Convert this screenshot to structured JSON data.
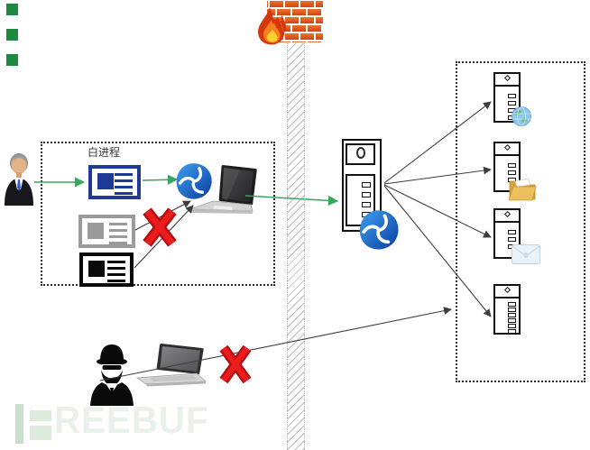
{
  "labels": {
    "whitelist": "白进程"
  },
  "watermark": {
    "text": "REEBUF"
  },
  "colors": {
    "arrow_green": "#35a85e",
    "arrow_black": "#3d3d3d",
    "card_blue": "#1e3a96",
    "card_gray": "#9b9b9b",
    "card_black": "#0a0a0a",
    "cross_red": "#e81717",
    "brick_orange": "#d7500f",
    "flame_yellow": "#ffd02e",
    "antivirus_blue_light": "#3fa0f0",
    "antivirus_blue_dark": "#0a3da0",
    "handle_green": "#1d8a3f",
    "watermark_green": "#e9f1ea"
  },
  "icons": {
    "firewall": "brick-wall-with-flame",
    "boundary": "diagonal-hatched-wall",
    "user": "businessman-avatar",
    "process_cards": [
      "blue-id-card",
      "gray-id-card",
      "black-id-card"
    ],
    "antivirus": "blue-swirl-shield-logo",
    "endpoint": "laptop",
    "gateway": "tower-server",
    "servers": [
      "server-with-globe",
      "server-with-folder",
      "server-with-mail",
      "server-plain"
    ],
    "attacker": "hacker-in-bowler-hat",
    "blocked": "red-cross"
  }
}
